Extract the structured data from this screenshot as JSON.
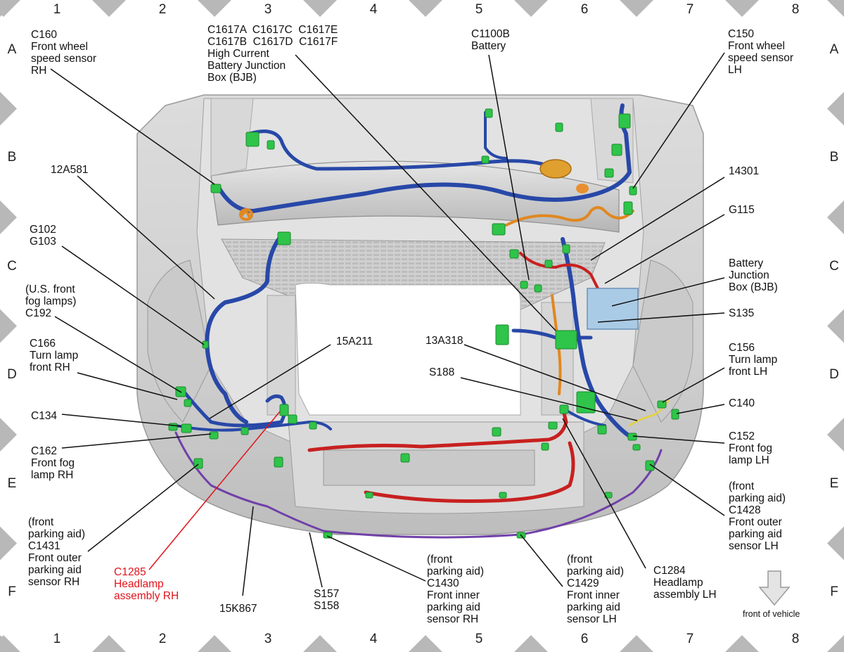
{
  "grid": {
    "columns": [
      "1",
      "2",
      "3",
      "4",
      "5",
      "6",
      "7",
      "8"
    ],
    "rows": [
      "A",
      "B",
      "C",
      "D",
      "E",
      "F"
    ]
  },
  "colors": {
    "harness_blue": "#2848a8",
    "harness_red": "#c82020",
    "harness_purple": "#7040a8",
    "harness_orange": "#e08820",
    "connector_green": "#2fc44a",
    "module_blue": "#aacbe6",
    "leader_red": "#e1141c",
    "frame_gray": "#b8b8b8"
  },
  "labels": {
    "c160": [
      "C160",
      "Front wheel",
      "speed sensor",
      "RH"
    ],
    "c1617": [
      "C1617A  C1617C  C1617E",
      "C1617B  C1617D  C1617F",
      "High Current",
      "Battery Junction",
      "Box (BJB)"
    ],
    "c1100b": [
      "C1100B",
      "Battery"
    ],
    "c150": [
      "C150",
      "Front wheel",
      "speed sensor",
      "LH"
    ],
    "n12a581": [
      "12A581"
    ],
    "n14301": [
      "14301"
    ],
    "g115": [
      "G115"
    ],
    "g102": [
      "G102",
      "G103"
    ],
    "bjb": [
      "Battery",
      "Junction",
      "Box (BJB)"
    ],
    "s135": [
      "S135"
    ],
    "c192": [
      "(U.S. front",
      "fog lamps)",
      "C192"
    ],
    "n15a211": [
      "15A211"
    ],
    "n13a318": [
      "13A318"
    ],
    "s188": [
      "S188"
    ],
    "c166": [
      "C166",
      "Turn lamp",
      "front RH"
    ],
    "c156": [
      "C156",
      "Turn lamp",
      "front LH"
    ],
    "c140": [
      "C140"
    ],
    "c134": [
      "C134"
    ],
    "c152": [
      "C152",
      "Front fog",
      "lamp LH"
    ],
    "c162": [
      "C162",
      "Front fog",
      "lamp RH"
    ],
    "c1428": [
      "(front",
      "parking aid)",
      "C1428",
      "Front outer",
      "parking aid",
      "sensor LH"
    ],
    "c1431": [
      "(front",
      "parking aid)",
      "C1431",
      "Front outer",
      "parking aid",
      "sensor RH"
    ],
    "c1285": [
      "C1285",
      "Headlamp",
      "assembly RH"
    ],
    "n15k867": [
      "15K867"
    ],
    "s157": [
      "S157",
      "S158"
    ],
    "c1430": [
      "(front",
      "parking aid)",
      "C1430",
      "Front inner",
      "parking aid",
      "sensor RH"
    ],
    "c1429": [
      "(front",
      "parking aid)",
      "C1429",
      "Front inner",
      "parking aid",
      "sensor LH"
    ],
    "c1284": [
      "C1284",
      "Headlamp",
      "assembly LH"
    ],
    "front_of_vehicle": [
      "front of vehicle"
    ]
  }
}
